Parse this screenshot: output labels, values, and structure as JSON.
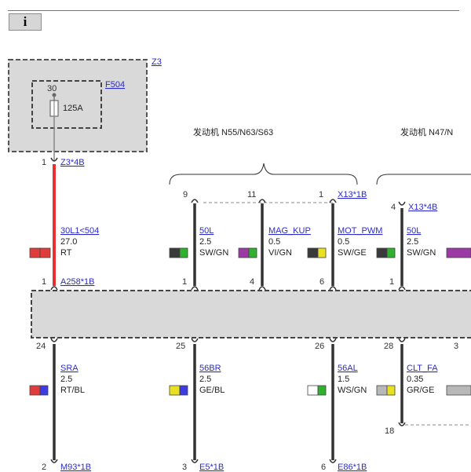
{
  "toolbar": {
    "info_label": "i"
  },
  "components": {
    "z3": "Z3",
    "f504": "F504",
    "fuse_pin": "30",
    "fuse_rating": "125A",
    "z3_4b": "Z3*4B",
    "a258_1b": "A258*1B",
    "x13_1b": "X13*1B",
    "x13_4b": "X13*4B",
    "m93_1b": "M93*1B",
    "e5_1b": "E5*1B",
    "e86_1b": "E86*1B"
  },
  "engine_labels": {
    "group1": "发动机 N55/N63/S63",
    "group2": "发动机 N47/N"
  },
  "pins": {
    "z3_4b": "1",
    "a258_top1": "1",
    "a258_top2": "1",
    "a258_top3": "4",
    "a258_top4": "6",
    "a258_top5": "1",
    "x13_9": "9",
    "x13_11": "11",
    "x13_1": "1",
    "x13_4b_4": "4",
    "bot_24": "24",
    "bot_25": "25",
    "bot_26": "26",
    "bot_28": "28",
    "bot_3": "3",
    "m93": "2",
    "e5": "3",
    "e86": "6",
    "pin18": "18"
  },
  "wires": {
    "w1": {
      "name": "30L1<504",
      "size": "27.0",
      "color": "RT",
      "c1": "#e03c3c",
      "c2": "#e03c3c"
    },
    "w2": {
      "name": "50L",
      "size": "2.5",
      "color": "SW/GN",
      "c1": "#3a3a3a",
      "c2": "#2fb02f"
    },
    "w3": {
      "name": "MAG_KUP",
      "size": "0.5",
      "color": "VI/GN",
      "c1": "#9b3aa5",
      "c2": "#2fb02f"
    },
    "w4": {
      "name": "MOT_PWM",
      "size": "0.5",
      "color": "SW/GE",
      "c1": "#3a3a3a",
      "c2": "#e8e020"
    },
    "w5": {
      "name": "50L",
      "size": "2.5",
      "color": "SW/GN",
      "c1": "#3a3a3a",
      "c2": "#2fb02f"
    },
    "w6": {
      "name": "SRA",
      "size": "2.5",
      "color": "RT/BL",
      "c1": "#e03c3c",
      "c2": "#3c3ce0"
    },
    "w7": {
      "name": "56BR",
      "size": "2.5",
      "color": "GE/BL",
      "c1": "#e8e020",
      "c2": "#3c3ce0"
    },
    "w8": {
      "name": "56AL",
      "size": "1.5",
      "color": "WS/GN",
      "c1": "#ffffff",
      "c2": "#2fb02f"
    },
    "w9": {
      "name": "CLT_FA",
      "size": "0.35",
      "color": "GR/GE",
      "c1": "#b8b8b8",
      "c2": "#e8e020"
    }
  },
  "partial_swatches": {
    "top_right": {
      "c1": "#9b3aa5"
    },
    "bottom_right": {
      "c1": "#b8b8b8"
    }
  }
}
